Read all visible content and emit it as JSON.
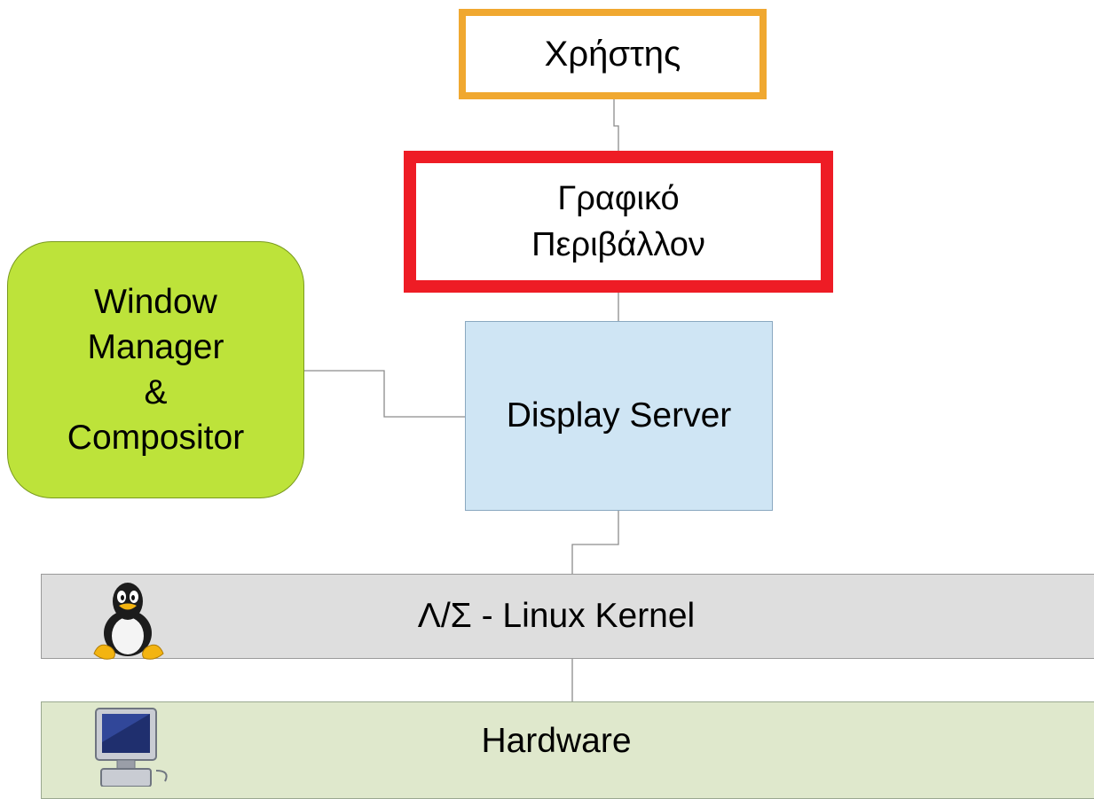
{
  "diagram": {
    "user": {
      "label": "Χρήστης"
    },
    "desktop_environment": {
      "line1": "Γραφικό",
      "line2": "Περιβάλλον"
    },
    "window_manager": {
      "line1": "Window",
      "line2": "Manager",
      "line3": "&",
      "line4": "Compositor"
    },
    "display_server": {
      "label": "Display Server"
    },
    "kernel": {
      "label": "Λ/Σ - Linux Kernel",
      "icon": "tux-penguin-icon"
    },
    "hardware": {
      "label": "Hardware",
      "icon": "computer-monitor-icon"
    }
  },
  "colors": {
    "user_border": "#f0a830",
    "desktop_border": "#ee1c25",
    "window_manager_fill": "#bde33a",
    "display_server_fill": "#cfe5f4",
    "kernel_fill": "#dedede",
    "hardware_fill": "#dfe8cc",
    "connector": "#8c8c8c"
  }
}
